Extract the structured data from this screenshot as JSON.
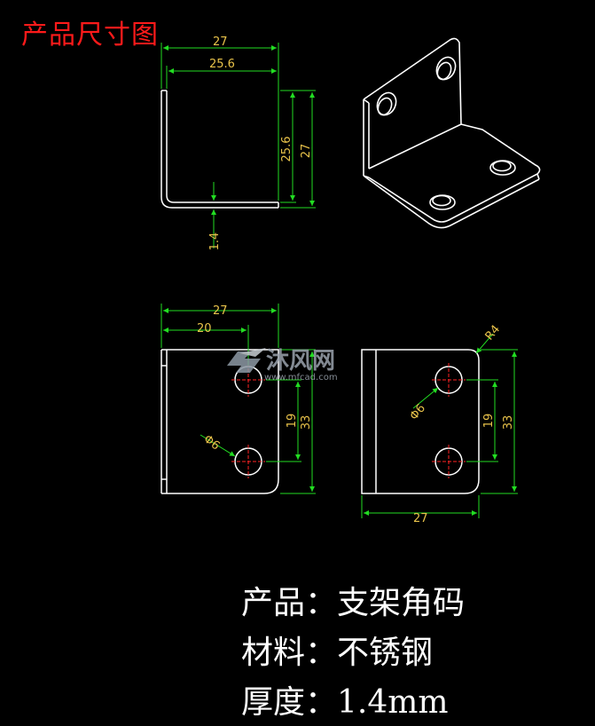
{
  "title": "产品尺寸图",
  "front_view": {
    "dim_top_outer": "27",
    "dim_top_inner": "25.6",
    "dim_right_inner": "25.6",
    "dim_right_outer": "27",
    "dim_thickness": "1.4"
  },
  "left_view": {
    "dim_width": "27",
    "dim_hole_offset": "20",
    "dim_hole_diameter": "Φ6",
    "dim_hole_spacing": "19",
    "dim_height": "33"
  },
  "right_view": {
    "dim_radius": "R4",
    "dim_hole_diameter": "Φ6",
    "dim_hole_spacing": "19",
    "dim_height": "33",
    "dim_width": "27"
  },
  "watermark": {
    "brand": "沐风网",
    "url": "www.mfcad.com"
  },
  "info": {
    "product": "产品：支架角码",
    "material": "材料：不锈钢",
    "thickness": "厚度：1.4mm"
  },
  "colors": {
    "background": "#000000",
    "outline": "#ffffff",
    "dimension_line": "#22dd22",
    "dimension_text": "#e8c24a",
    "center_mark": "#ff2222",
    "title": "#ff1a1a"
  }
}
